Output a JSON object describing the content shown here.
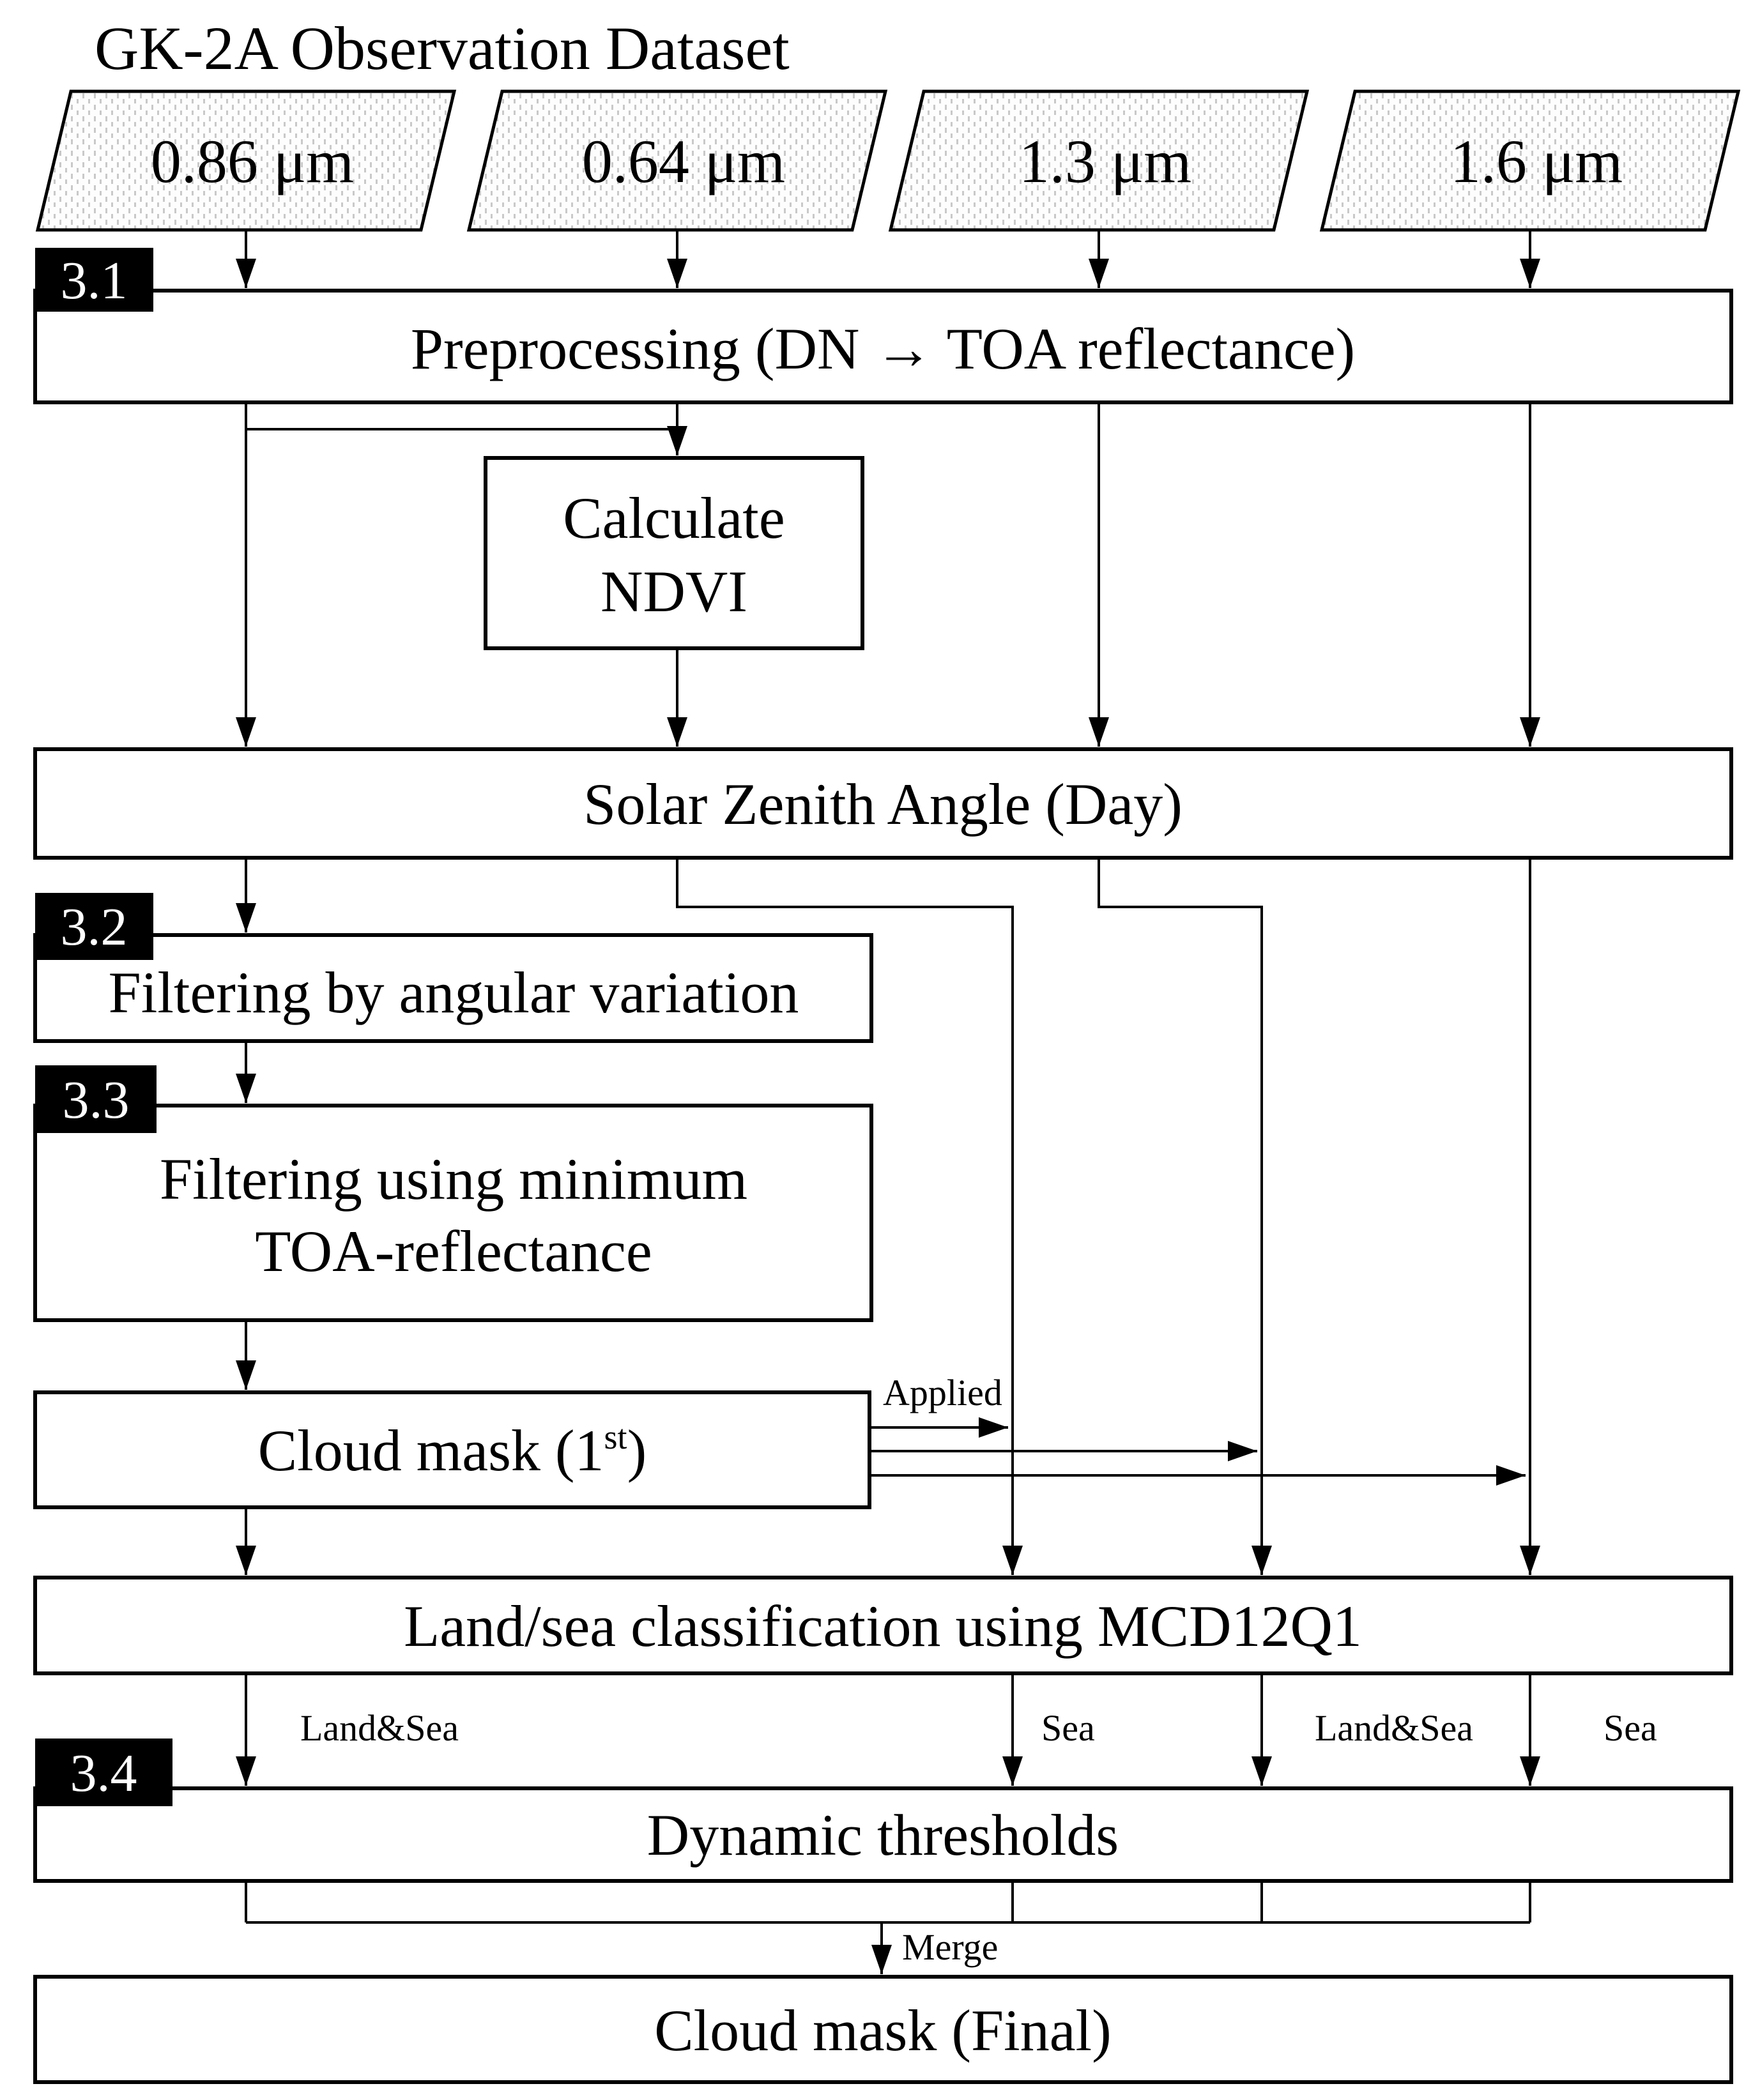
{
  "title": "GK-2A Observation Dataset",
  "channels": [
    {
      "label": "0.86 μm"
    },
    {
      "label": "0.64 μm"
    },
    {
      "label": "1.3 μm"
    },
    {
      "label": "1.6 μm"
    }
  ],
  "boxes": {
    "preprocessing": {
      "badge": "3.1",
      "label": "Preprocessing (DN → TOA reflectance)"
    },
    "ndvi": {
      "line1": "Calculate",
      "line2": "NDVI"
    },
    "solar_zenith": {
      "label": "Solar Zenith Angle (Day)"
    },
    "angular_filtering": {
      "badge": "3.2",
      "label": "Filtering by angular variation"
    },
    "min_toa_filtering": {
      "badge": "3.3",
      "line1": "Filtering using minimum",
      "line2": "TOA-reflectance"
    },
    "cloud_mask_first": {
      "label_main": "Cloud mask (1",
      "label_sup": "st",
      "label_close": ")"
    },
    "land_sea": {
      "label": "Land/sea classification using MCD12Q1"
    },
    "dynamic_thresholds": {
      "badge": "3.4",
      "label": "Dynamic thresholds"
    },
    "cloud_mask_final": {
      "label": "Cloud mask (Final)"
    }
  },
  "edge_labels": {
    "applied": "Applied",
    "merge": "Merge",
    "branches": [
      "Land&Sea",
      "Sea",
      "Land&Sea",
      "Sea"
    ]
  },
  "colors": {
    "ink": "#000000",
    "badge_bg": "#000000",
    "badge_text": "#ffffff",
    "stipple_dot": "#c9c9c9"
  }
}
